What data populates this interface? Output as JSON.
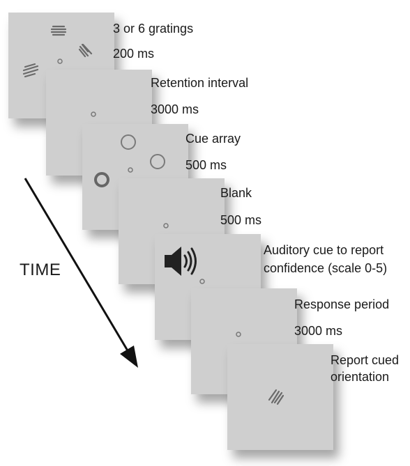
{
  "time_axis": {
    "label": "TIME"
  },
  "frames": [
    {
      "id": "gratings",
      "line1": "3 or 6 gratings",
      "line2": "200 ms"
    },
    {
      "id": "retention",
      "line1": "Retention interval",
      "line2": "3000 ms"
    },
    {
      "id": "cue_array",
      "line1": "Cue array",
      "line2": "500 ms"
    },
    {
      "id": "blank",
      "line1": "Blank",
      "line2": "500 ms"
    },
    {
      "id": "auditory",
      "line1": "Auditory cue to report",
      "line2": "confidence (scale 0-5)"
    },
    {
      "id": "response",
      "line1": "Response period",
      "line2": "3000 ms"
    },
    {
      "id": "report",
      "line1": "Report cued",
      "line2": "orientation"
    }
  ],
  "colors": {
    "frame_fill": "#cfcfcf",
    "stimulus": "#7a7a7a",
    "stroke_dark": "#555555",
    "text": "#1a1a1a",
    "arrow": "#111111"
  },
  "icons": {
    "speaker": "speaker-icon"
  }
}
